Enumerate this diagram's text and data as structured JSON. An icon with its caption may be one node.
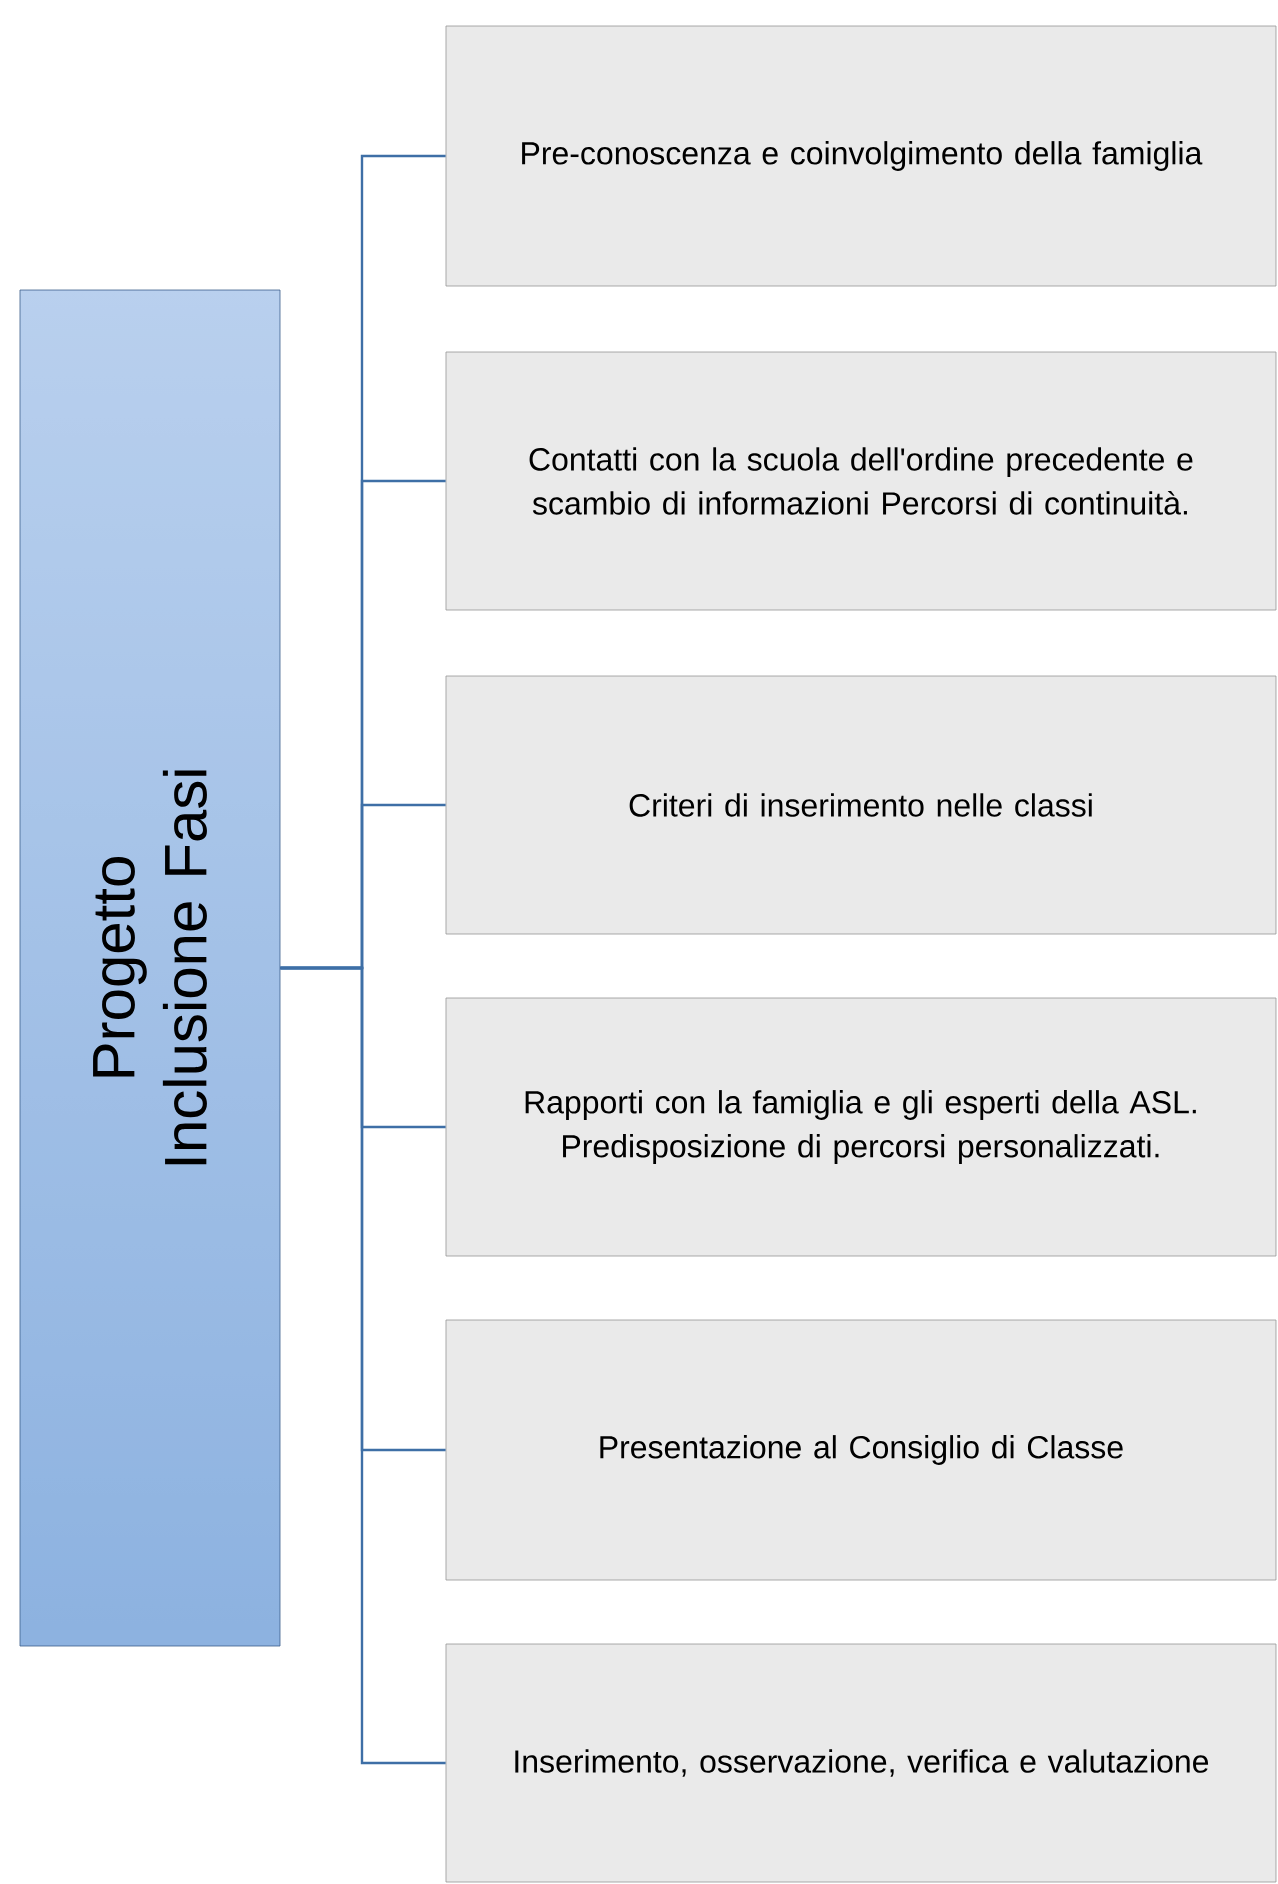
{
  "diagram": {
    "nodes": [
      {
        "text": [
          "Progetto Inclusione Fasi"
        ]
      },
      {
        "text": [
          "Pre-conoscenza e coinvolgimento della famiglia"
        ]
      },
      {
        "text": [
          "Contatti con la scuola dell'ordine precedente e scambio di informazioni Percorsi di continuità."
        ]
      },
      {
        "text": [
          "Criteri di inserimento nelle classi"
        ]
      },
      {
        "text": [
          "Rapporti con la famiglia e gli esperti della ASL. Predisposizione di percorsi personalizzati."
        ]
      },
      {
        "text": [
          "Presentazione al Consiglio di Classe"
        ]
      },
      {
        "text": [
          "Inserimento, osservazione, verifica e valutazione"
        ]
      }
    ],
    "edges": [
      {
        "from": 0,
        "to": 1,
        "arrow": "none"
      },
      {
        "from": 0,
        "to": 2,
        "arrow": "none"
      },
      {
        "from": 0,
        "to": 3,
        "arrow": "none"
      },
      {
        "from": 0,
        "to": 4,
        "arrow": "none"
      },
      {
        "from": 0,
        "to": 5,
        "arrow": "none"
      },
      {
        "from": 0,
        "to": 6,
        "arrow": "none"
      }
    ]
  }
}
